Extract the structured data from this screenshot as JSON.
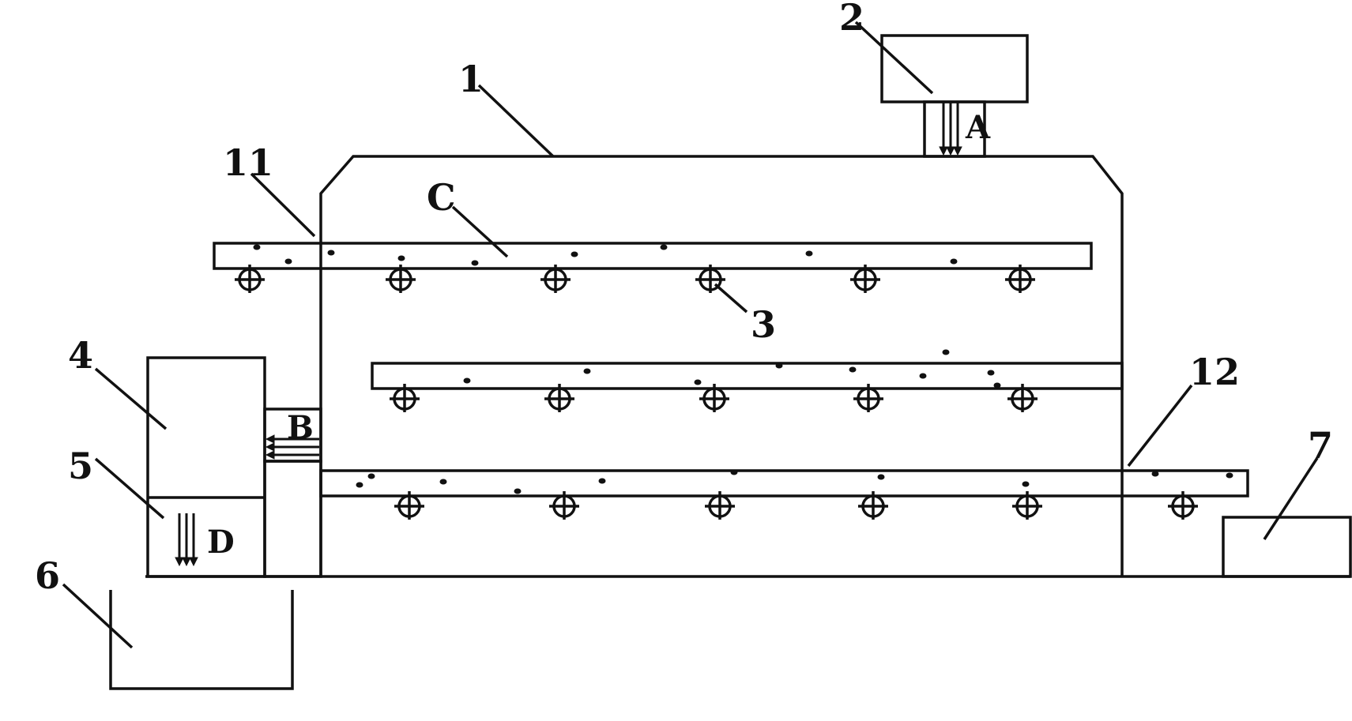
{
  "colors": {
    "line": "#111111",
    "background": "#ffffff"
  },
  "labels": {
    "l1": "1",
    "l2": "2",
    "l3": "3",
    "l4": "4",
    "l5": "5",
    "l6": "6",
    "l7": "7",
    "l11": "11",
    "l12": "12",
    "lC": "C"
  },
  "flow_labels": {
    "A": "A",
    "B": "B",
    "D": "D"
  }
}
